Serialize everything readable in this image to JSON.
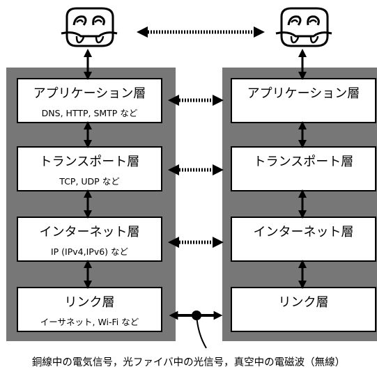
{
  "left_stack": {
    "layers": [
      {
        "name": "アプリケーション層",
        "protocols": "DNS, HTTP, SMTP など"
      },
      {
        "name": "トランスポート層",
        "protocols": "TCP, UDP など"
      },
      {
        "name": "インターネット層",
        "protocols": "IP (IPv4,IPv6) など"
      },
      {
        "name": "リンク層",
        "protocols": "イーサネット, Wi-Fi など"
      }
    ]
  },
  "right_stack": {
    "layers": [
      {
        "name": "アプリケーション層"
      },
      {
        "name": "トランスポート層"
      },
      {
        "name": "インターネット層"
      },
      {
        "name": "リンク層"
      }
    ]
  },
  "physical_medium_caption": "銅線中の電気信号，光ファイバ中の光信号，真空中の電磁波（無線）",
  "colors": {
    "stack_background": "#777777",
    "layer_background": "#ffffff",
    "line": "#000000"
  },
  "icons": [
    "user-face-icon-left",
    "user-face-icon-right"
  ]
}
